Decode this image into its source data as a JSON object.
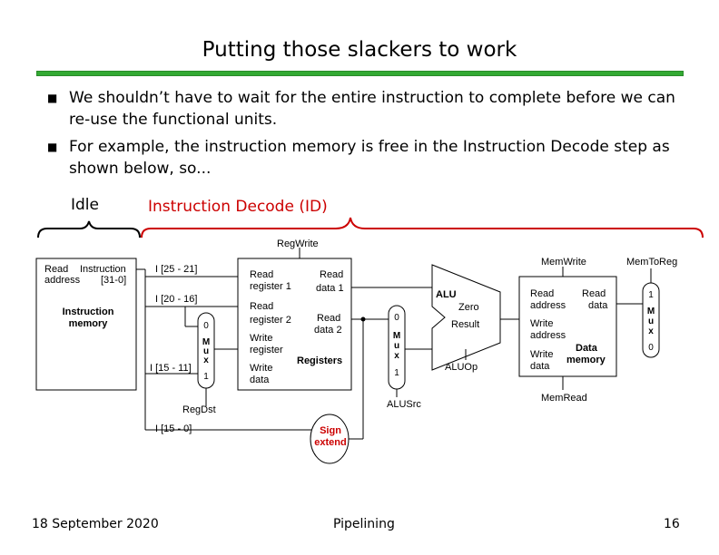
{
  "title": "Putting those slackers to work",
  "bullets": [
    "We shouldn’t have to wait for the entire instruction to complete before we can re-use the functional units.",
    "For example, the instruction memory is free in the Instruction Decode step as shown below, so..."
  ],
  "stages": {
    "idle": "Idle",
    "decode": "Instruction Decode (ID)"
  },
  "datapath": {
    "imem": {
      "read_address_1": "Read",
      "read_address_2": "address",
      "instruction_1": "Instruction",
      "instruction_2": "[31-0]",
      "name_1": "Instruction",
      "name_2": "memory"
    },
    "fields": {
      "rs": "I [25 - 21]",
      "rt": "I [20 - 16]",
      "rd": "I [15 - 11]",
      "imm": "I [15 - 0]"
    },
    "regfile": {
      "read_reg_1a": "Read",
      "read_reg_1b": "register 1",
      "read_reg_2a": "Read",
      "read_reg_2b": "register 2",
      "write_reg_a": "Write",
      "write_reg_b": "register",
      "write_data_a": "Write",
      "write_data_b": "data",
      "read_data_1a": "Read",
      "read_data_1b": "data 1",
      "read_data_2a": "Read",
      "read_data_2b": "data 2",
      "name": "Registers"
    },
    "mux_regdst": {
      "in0": "0",
      "m": "M",
      "u": "u",
      "x": "x",
      "in1": "1"
    },
    "mux_alusrc": {
      "in0": "0",
      "m": "M",
      "u": "u",
      "x": "x",
      "in1": "1"
    },
    "mux_memtoreg": {
      "in1": "1",
      "m": "M",
      "u": "u",
      "x": "x",
      "in0": "0"
    },
    "alu": {
      "name": "ALU",
      "zero": "Zero",
      "result": "Result"
    },
    "dmem": {
      "read_address_a": "Read",
      "read_address_b": "address",
      "read_data_a": "Read",
      "read_data_b": "data",
      "write_address_a": "Write",
      "write_address_b": "address",
      "write_data_a": "Write",
      "write_data_b": "data",
      "name_a": "Data",
      "name_b": "memory"
    },
    "sign_extend": {
      "a": "Sign",
      "b": "extend"
    },
    "controls": {
      "regwrite": "RegWrite",
      "memwrite": "MemWrite",
      "memtoreg": "MemToReg",
      "regdst": "RegDst",
      "alusrc": "ALUSrc",
      "aluop": "ALUOp",
      "memread": "MemRead"
    }
  },
  "footer": {
    "date": "18 September 2020",
    "topic": "Pipelining",
    "page": "16"
  },
  "colors": {
    "rule": "#33aa33",
    "decode": "#cc0000",
    "sign_extend": "#cc0000"
  }
}
